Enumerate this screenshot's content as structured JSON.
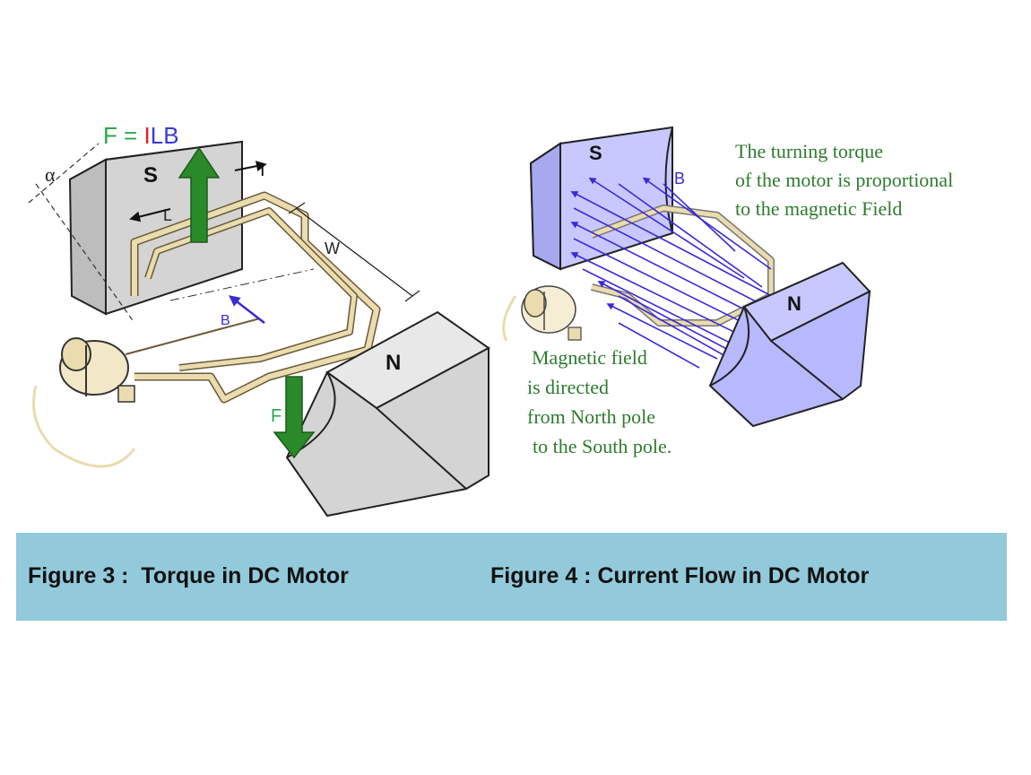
{
  "figure3": {
    "formula_F": "F",
    "formula_eq": " = ",
    "formula_I": "I",
    "formula_L": "L",
    "formula_B": "B",
    "pole_s": "S",
    "pole_n": "N",
    "label_alpha": "α",
    "label_I": "I",
    "label_L": "L",
    "label_W": "W",
    "label_B": "B",
    "label_F_bottom": "F"
  },
  "figure4": {
    "pole_s": "S",
    "pole_n": "N",
    "label_B": "B",
    "note_torque": [
      "The turning torque",
      "of the motor is proportional",
      "to the magnetic Field"
    ],
    "note_field": [
      "Magnetic field",
      "is directed",
      "from North pole",
      "to the South pole."
    ]
  },
  "captions": {
    "fig3": "Figure 3 :  Torque in DC Motor",
    "fig4": "Figure 4 : Current Flow in DC Motor"
  },
  "colors": {
    "caption_band": "#92cadb",
    "pole_gray": "#d4d4d4",
    "pole_blue": "#b8b8ff",
    "arrow_green": "#2a8a2a",
    "field_blue": "#3a2ad6",
    "note_green": "#2f7a2f",
    "formula_green": "#2aa84a",
    "formula_red": "#e0202a",
    "formula_blue": "#3a3ad6",
    "coil_tan": "#eadcae"
  }
}
